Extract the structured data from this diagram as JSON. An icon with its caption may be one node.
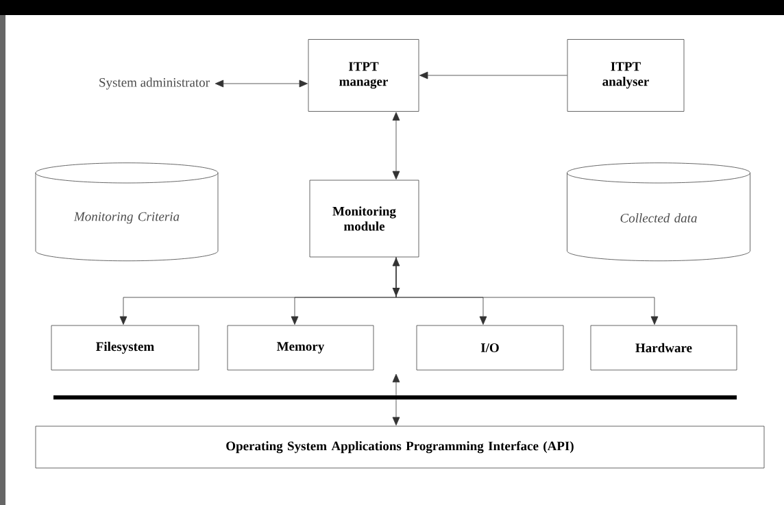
{
  "diagram": {
    "nodes": [
      {
        "text": [
          "System administrator"
        ]
      },
      {
        "text": [
          "ITPT manager"
        ]
      },
      {
        "text": [
          "ITPT analyser"
        ]
      },
      {
        "text": [
          "Monitoring  Criteria"
        ]
      },
      {
        "text": [
          "Monitoring module"
        ]
      },
      {
        "text": [
          "Collected data"
        ]
      },
      {
        "text": [
          "Filesystem"
        ]
      },
      {
        "text": [
          "Memory"
        ]
      },
      {
        "text": [
          "I/O"
        ]
      },
      {
        "text": [
          "Hardware"
        ]
      },
      {
        "text": [],
        "shape": "bar"
      },
      {
        "text": [
          "Operating System Applications Programming Interface (API)"
        ]
      }
    ],
    "edges": [
      {
        "from": 0,
        "to": 1,
        "arrow": "both"
      },
      {
        "from": 2,
        "to": 1,
        "arrow": "to"
      },
      {
        "from": 1,
        "to": 4,
        "arrow": "both"
      },
      {
        "from": 4,
        "to": 6,
        "arrow": "both"
      },
      {
        "from": 4,
        "to": 7,
        "arrow": "to"
      },
      {
        "from": 4,
        "to": 8,
        "arrow": "to"
      },
      {
        "from": 4,
        "to": 9,
        "arrow": "to"
      },
      {
        "from": 10,
        "to": null,
        "arrow": "to"
      },
      {
        "from": 10,
        "to": 11,
        "arrow": "to"
      }
    ]
  }
}
